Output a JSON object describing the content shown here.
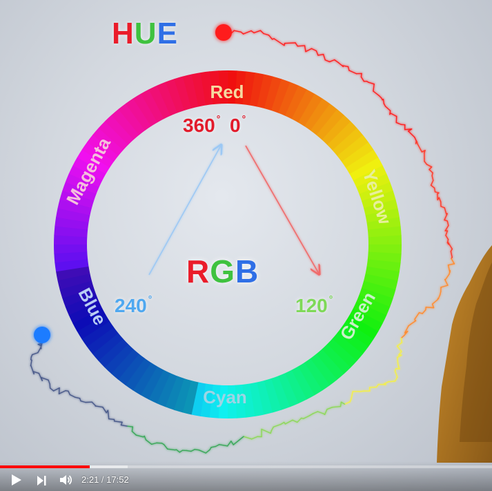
{
  "video": {
    "hue_title": {
      "letters": [
        "H",
        "U",
        "E"
      ],
      "colors": [
        "#ea1c2a",
        "#3fc23f",
        "#2f6fe6"
      ]
    },
    "rgb_title": {
      "letters": [
        "R",
        "G",
        "B"
      ],
      "colors": [
        "#ea1c2a",
        "#3fc23f",
        "#2f6fe6"
      ]
    },
    "wheel_labels": {
      "red": "Red",
      "yellow": "Yellow",
      "green": "Green",
      "cyan": "Cyan",
      "blue": "Blue",
      "magenta": "Magenta"
    },
    "degrees": {
      "d360": "360",
      "d0": "0",
      "d120": "120",
      "d240": "240",
      "degree_symbol": "°"
    },
    "colors": {
      "red": "#ec1c2c",
      "yellow": "#f6e20d",
      "green": "#2ea84a",
      "cyan": "#1aa3a8",
      "blue": "#1f3aa0",
      "magenta": "#e0187e",
      "arrow_red": "#f06a6a",
      "arrow_green": "#8fe37a",
      "arrow_blue": "#9cc8f4"
    }
  },
  "player": {
    "current_time": "2:21",
    "separator": " / ",
    "duration": "17:52",
    "played_fraction": 0.183,
    "buffered_fraction": 0.26,
    "icons": {
      "play": "play-icon",
      "next": "next-icon",
      "volume": "volume-icon"
    }
  }
}
